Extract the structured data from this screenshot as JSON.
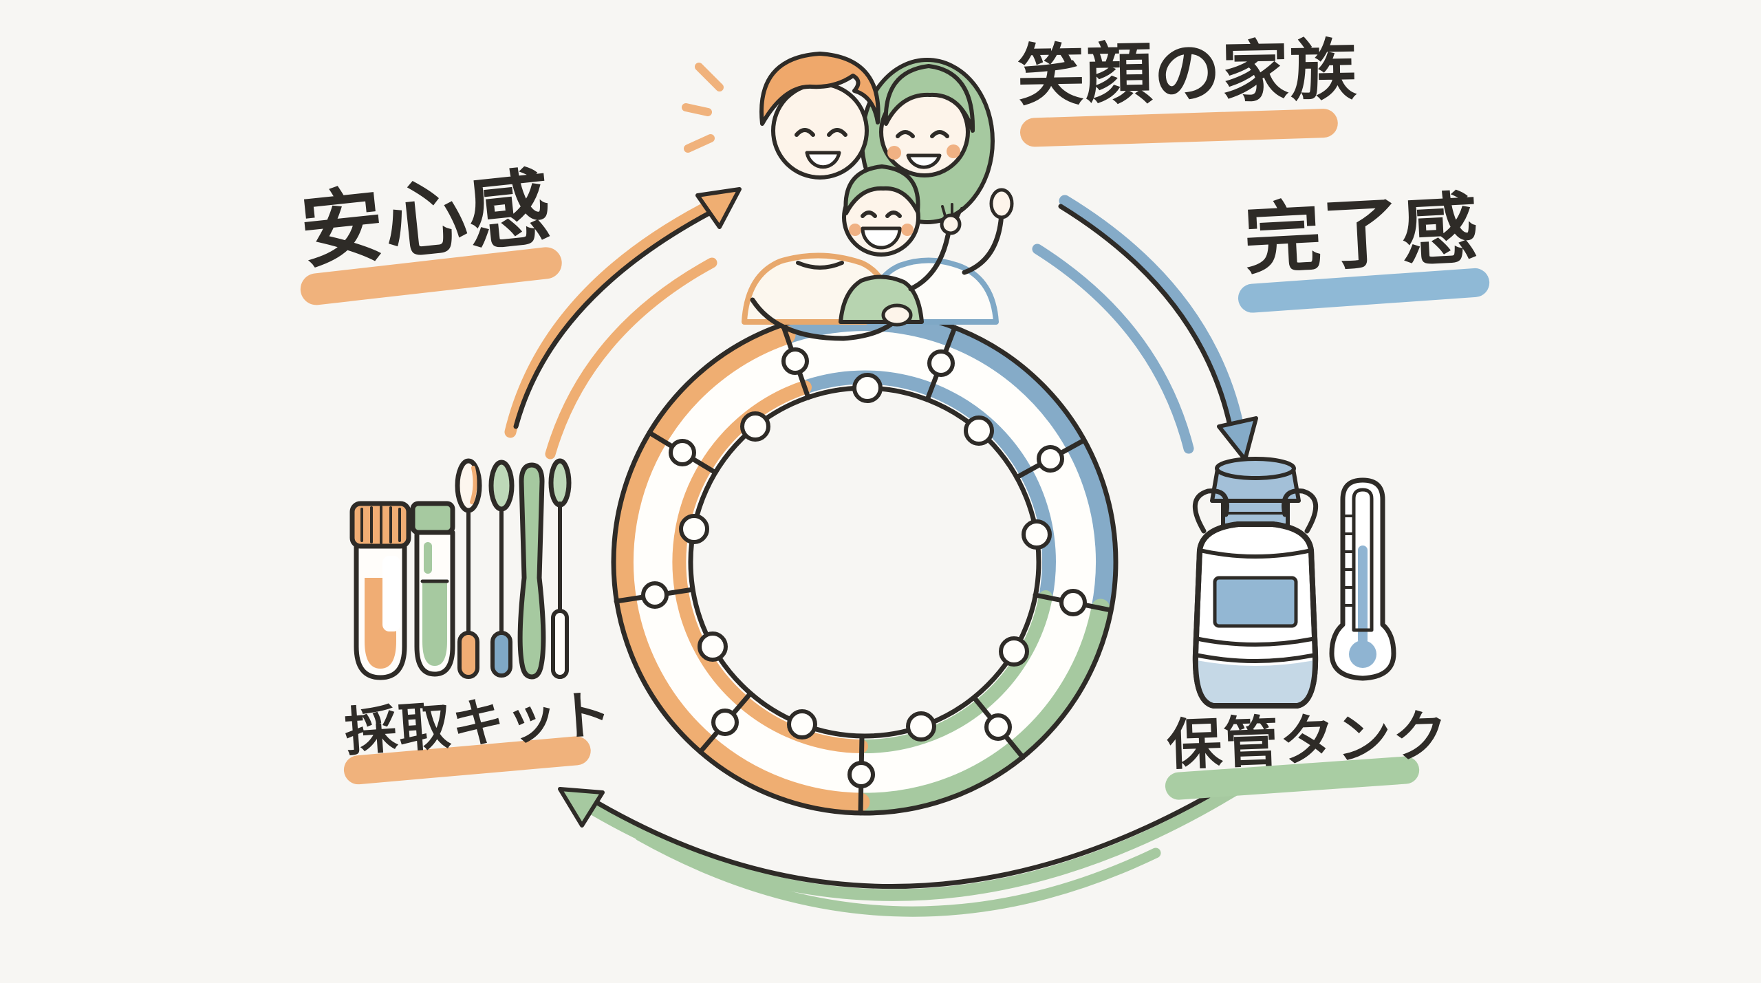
{
  "palette": {
    "orange": "#efae72",
    "orange_light": "#f0b27c",
    "blue": "#85abc8",
    "blue_light": "#8fb9d6",
    "green": "#a6c9a0",
    "green_light": "#a9cda3",
    "ink": "#2e2b27",
    "skin": "#fdf4ea",
    "cream": "#fcf7ee",
    "tank_blue": "#a3c0d8",
    "tank_label_blue": "#93b7d3",
    "paper": "#f7f6f3"
  },
  "labels": {
    "family": {
      "text": "笑顔の家族",
      "underline_color": "orange"
    },
    "security": {
      "text": "安心感",
      "underline_color": "orange"
    },
    "completion": {
      "text": "完了感",
      "underline_color": "blue"
    },
    "kit": {
      "text": "採取キット",
      "underline_color": "orange"
    },
    "tank": {
      "text": "保管タンク",
      "underline_color": "green"
    }
  },
  "icons": [
    "family-illustration",
    "sparkle-icon",
    "puzzle-ring",
    "collection-kit-icon",
    "test-tube-orange-icon",
    "test-tube-green-icon",
    "swab-icon",
    "spatula-icon",
    "storage-tank-icon",
    "thermometer-icon",
    "arrow-orange-up-icon",
    "arrow-blue-down-icon",
    "arrow-green-return-icon"
  ],
  "ring": {
    "segments": [
      {
        "name": "blue-segment",
        "color": "#85abc8"
      },
      {
        "name": "green-segment",
        "color": "#a6c9a0"
      },
      {
        "name": "orange-segment",
        "color": "#efae72"
      }
    ],
    "pieces": 9
  }
}
